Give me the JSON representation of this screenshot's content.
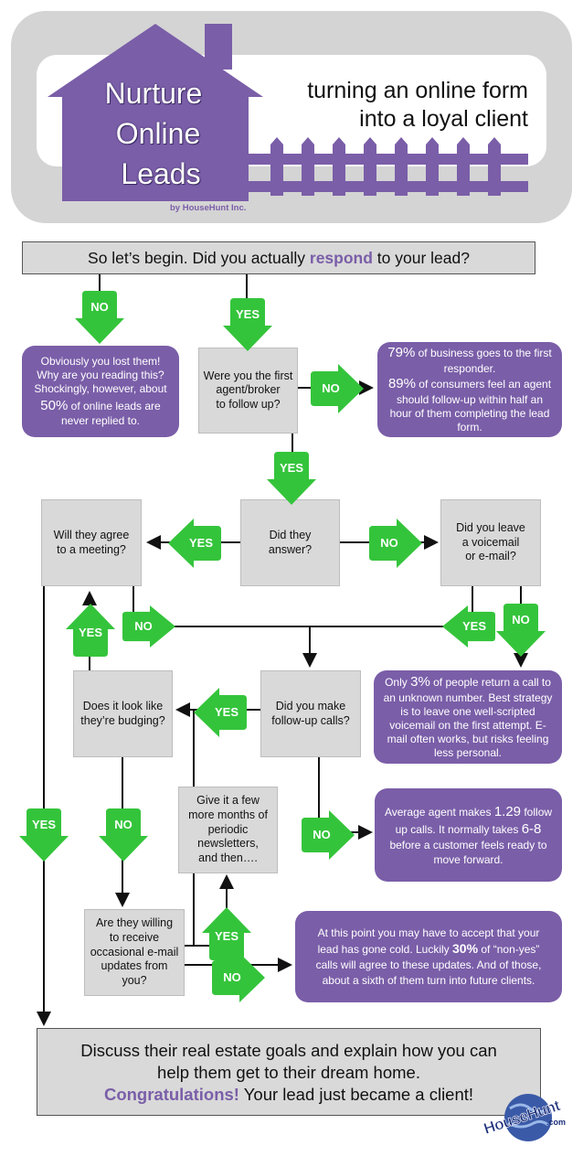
{
  "header": {
    "title_lines": [
      "Nurture",
      "Online",
      "Leads"
    ],
    "byline": "by HouseHunt Inc.",
    "subtitle_lines": [
      "turning an online form",
      "into a loyal client"
    ]
  },
  "question_bar": {
    "prefix": "So let’s begin. Did you actually ",
    "highlight": "respond",
    "suffix": " to your lead?"
  },
  "tags": {
    "yes": "YES",
    "no": "NO"
  },
  "boxes": {
    "lost": {
      "l1": "Obviously you lost them!",
      "l2": "Why are you reading this?",
      "l3": "Shockingly, however, about",
      "stat": "50%",
      "l4": " of online leads are",
      "l5": "never replied to."
    },
    "first_agent": [
      "Were you the first",
      "agent/broker",
      "to follow up?"
    ],
    "stats_79": {
      "stat1": "79%",
      "t1": " of business goes to the first responder.",
      "stat2": "89%",
      "t2": " of consumers feel an agent should follow-up within half an hour of them completing the lead form."
    },
    "meeting": [
      "Will they agree",
      "to a meeting?"
    ],
    "answer": [
      "Did they",
      "answer?"
    ],
    "voicemail": [
      "Did you leave",
      "a voicemail",
      "or e-mail?"
    ],
    "budging": [
      "Does it look like",
      "they’re budging?"
    ],
    "followup": [
      "Did you make",
      "follow-up calls?"
    ],
    "only3": {
      "t1": "Only ",
      "stat": "3%",
      "t2": " of people return a call to an unknown number. Best strategy is to leave one well-scripted voicemail on the first attempt. E-mail often works, but risks feeling less personal."
    },
    "newsletters": [
      "Give it a few",
      "more months of",
      "periodic",
      "newsletters,",
      "and then…."
    ],
    "average": {
      "t1": "Average agent makes ",
      "stat1": "1.29",
      "t2": " follow up calls. It normally takes ",
      "stat2": "6-8",
      "t3": " before a customer feels ready to move forward."
    },
    "willing": [
      "Are they willing",
      "to receive",
      "occasional e-mail",
      "updates from",
      "you?"
    ],
    "cold": {
      "t1": "At this point you may have to accept that your lead has gone cold. Luckily ",
      "stat": "30%",
      "t2": " of “non-yes” calls will agree to these updates. And of those, about a sixth of them turn into future clients."
    }
  },
  "final": {
    "l1": "Discuss their real estate goals and explain how you can",
    "l2": "help them get to their dream home.",
    "congrats": "Congratulations!",
    "l3": " Your lead just became a client!"
  },
  "logo": {
    "text": "HouseHunt",
    "suffix": ".com"
  },
  "colors": {
    "purple": "#7a5ea8",
    "green": "#34c43b",
    "grey": "#d9d9d9",
    "panel": "#d4d4d4"
  }
}
